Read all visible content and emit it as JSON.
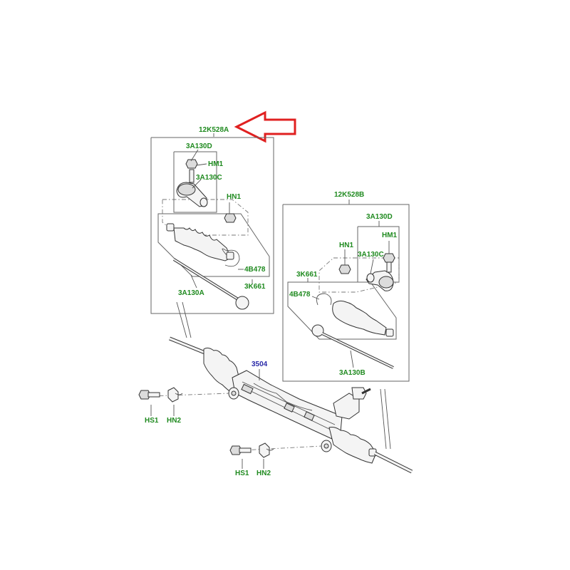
{
  "highlight_color": "#e02020",
  "label_color": "#1f8a1f",
  "main_label_color": "#2a2aa8",
  "left_kit": {
    "label": "12K528A",
    "parts": {
      "tie_rod_end": "3A130D",
      "nut": "HM1",
      "tie_rod_end_inner": "3A130C",
      "lock_nut": "HN1",
      "clamp": "4B478",
      "boot_kit": "3K661",
      "inner_rod": "3A130A"
    }
  },
  "right_kit": {
    "label": "12K528B",
    "parts": {
      "tie_rod_end": "3A130D",
      "nut": "HM1",
      "lock_nut": "HN1",
      "tie_rod_end_inner": "3A130C",
      "boot_kit": "3K661",
      "clamp": "4B478",
      "inner_rod": "3A130B"
    }
  },
  "rack": {
    "label": "3504"
  },
  "mount_left": {
    "bolt": "HS1",
    "nut": "HN2"
  },
  "mount_right": {
    "bolt": "HS1",
    "nut": "HN2"
  }
}
